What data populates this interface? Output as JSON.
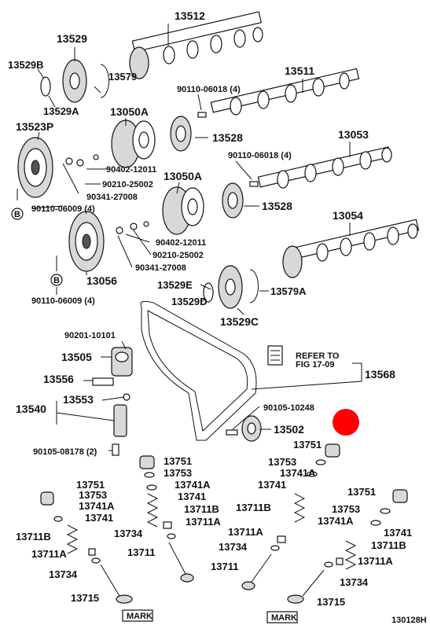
{
  "diagram_code": "130128H",
  "refer_note": {
    "line1": "REFER TO",
    "line2": "FIG 17-09"
  },
  "callout_b": "B",
  "mark_label": "MARK",
  "marker_color": "#ff0000",
  "labels": {
    "p13512": "13512",
    "p13529": "13529",
    "p13529B": "13529B",
    "p13579": "13579",
    "p13529A": "13529A",
    "p90110_06018_a": "90110-06018 (4)",
    "p13511": "13511",
    "p13050A_a": "13050A",
    "p13523P": "13523P",
    "p13528_a": "13528",
    "p13053": "13053",
    "p90110_06018_b": "90110-06018 (4)",
    "p90402_12011_a": "90402-12011",
    "p90210_25002_a": "90210-25002",
    "p90341_27008_a": "90341-27008",
    "p13050A_b": "13050A",
    "p90110_06009_a": "90110-06009 (4)",
    "p13528_b": "13528",
    "p13054": "13054",
    "p90402_12011_b": "90402-12011",
    "p90210_25002_b": "90210-25002",
    "p90341_27008_b": "90341-27008",
    "p13056": "13056",
    "p90110_06009_b": "90110-06009 (4)",
    "p13529E": "13529E",
    "p13529D": "13529D",
    "p13579A": "13579A",
    "p13529C": "13529C",
    "p90201_10101": "90201-10101",
    "p13505": "13505",
    "p13568": "13568",
    "p13556": "13556",
    "p13553": "13553",
    "p13540": "13540",
    "p90105_10248": "90105-10248",
    "p13502": "13502",
    "p90105_08178": "90105-08178 (2)",
    "p13751_c": "13751",
    "p13753_c": "13753",
    "p13741A_c": "13741A",
    "p13741_c": "13741",
    "p13711B_c": "13711B",
    "p13711A_c": "13711A",
    "p13734_c": "13734",
    "p13711_c": "13711",
    "p13751_l": "13751",
    "p13753_l": "13753",
    "p13741A_l": "13741A",
    "p13741_l": "13741",
    "p13711B_l": "13711B",
    "p13711A_l": "13711A",
    "p13734_l": "13734",
    "p13715_l": "13715",
    "p13751_m": "13751",
    "p13753_m": "13753",
    "p13741A_m": "13741A",
    "p13741_m": "13741",
    "p13711B_m": "13711B",
    "p13711A_m": "13711A",
    "p13734_m": "13734",
    "p13711_m": "13711",
    "p13751_r": "13751",
    "p13753_r": "13753",
    "p13741A_r": "13741A",
    "p13741_r": "13741",
    "p13711B_r": "13711B",
    "p13711A_r": "13711A",
    "p13734_r": "13734",
    "p13715_r": "13715"
  }
}
